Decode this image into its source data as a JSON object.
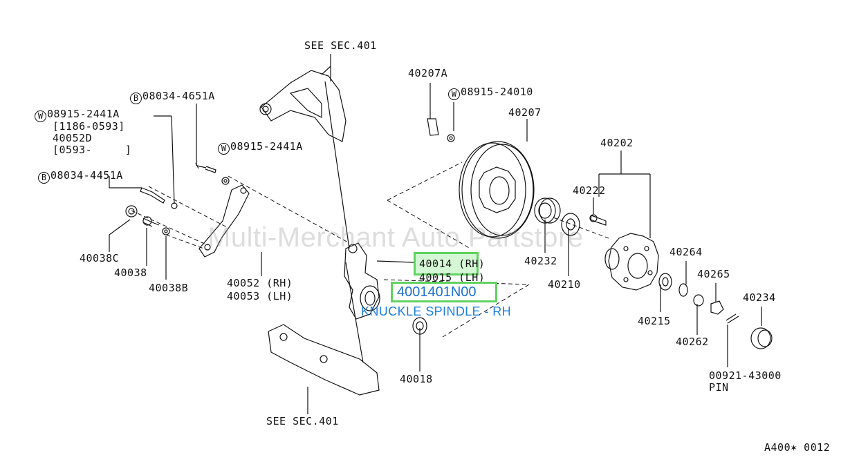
{
  "labels": {
    "see_sec_top": "SEE SEC.401",
    "see_sec_bottom": "SEE SEC.401",
    "p_08034_4651A": "08034-4651A",
    "p_08915_2441A_a": "08915-2441A",
    "p_1186_0593": "[1186-0593]",
    "p_40052D": "40052D",
    "p_0593": "[0593-     ]",
    "p_08915_2441A_b": "08915-2441A",
    "p_08034_4451A": "08034-4451A",
    "p_40038C": "40038C",
    "p_40038": "40038",
    "p_40038B": "40038B",
    "p_40052": "40052 (RH)",
    "p_40053": "40053 (LH)",
    "p_40207A": "40207A",
    "p_08915_24010": "08915-24010",
    "p_40207": "40207",
    "p_40202": "40202",
    "p_40222": "40222",
    "p_40232": "40232",
    "p_40210": "40210",
    "p_40264": "40264",
    "p_40265": "40265",
    "p_40234": "40234",
    "p_40215": "40215",
    "p_40262": "40262",
    "p_00921": "00921-43000",
    "p_pin": "PIN",
    "p_40014": "40014 (RH)",
    "p_40015": "40015 (LH)",
    "p_40018": "40018",
    "footer": "A400✶ 0012"
  },
  "prefixes": {
    "B": "B",
    "W": "W"
  },
  "highlight": {
    "part_number": "4001401N00",
    "description": "KNUCKLE SPINDLE - RH"
  },
  "watermark": "Multi-Merchant Auto Partstore",
  "colors": {
    "highlight_border": "#5fd35f",
    "link_text": "#1a7fe0",
    "ink": "#111111"
  }
}
